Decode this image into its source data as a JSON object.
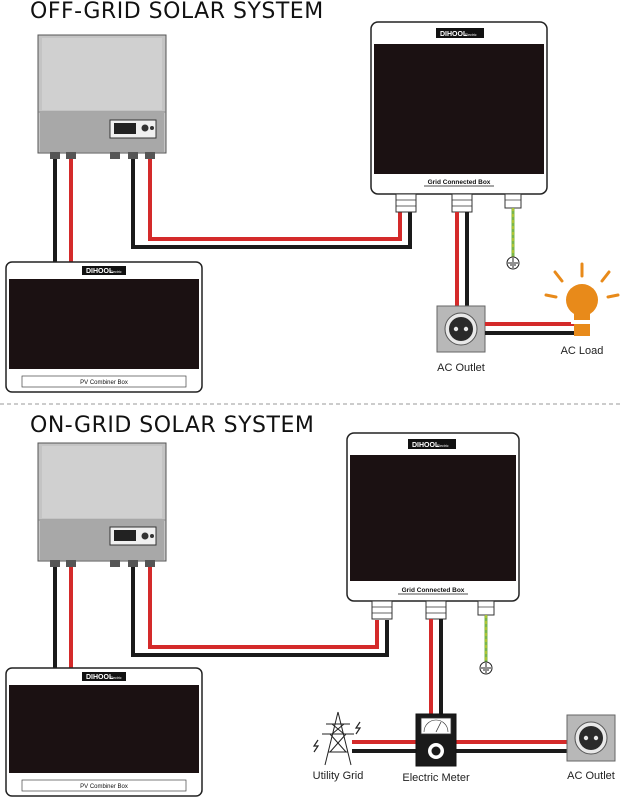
{
  "sections": {
    "off_grid": {
      "title": "OFF-GRID SOLAR SYSTEM",
      "combiner_brand": "DIHOOL",
      "combiner_brand_sub": "Electric",
      "combiner_label": "PV Combiner Box",
      "grid_box_brand": "DIHOOL",
      "grid_box_brand_sub": "Electric",
      "grid_box_label": "Grid Connected Box",
      "ac_outlet_label": "AC Outlet",
      "ac_load_label": "AC Load"
    },
    "on_grid": {
      "title": "ON-GRID SOLAR SYSTEM",
      "combiner_brand": "DIHOOL",
      "combiner_brand_sub": "Electric",
      "combiner_label": "PV Combiner Box",
      "grid_box_brand": "DIHOOL",
      "grid_box_brand_sub": "Electric",
      "grid_box_label": "Grid Connected Box",
      "utility_grid_label": "Utility Grid",
      "meter_label": "Electric Meter",
      "ac_outlet_label": "AC Outlet"
    }
  },
  "colors": {
    "wire_red": "#d42a2a",
    "wire_black": "#1a1a1a",
    "wire_ground": "#7ab648",
    "panel_dark": "#1b1112",
    "inverter_gray": "#b4b4b4",
    "lamp_orange": "#e88a1a"
  }
}
